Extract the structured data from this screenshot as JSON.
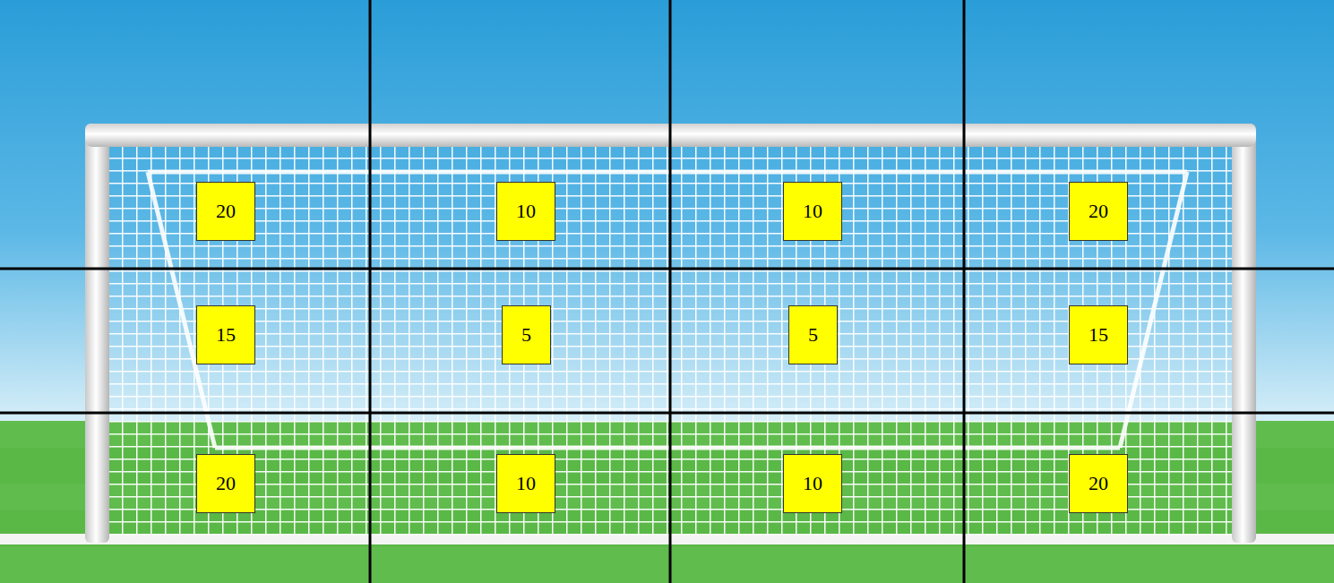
{
  "diagram": {
    "nodes": [
      {
        "text": [
          "20"
        ]
      },
      {
        "text": [
          "10"
        ]
      },
      {
        "text": [
          "10"
        ]
      },
      {
        "text": [
          "20"
        ]
      },
      {
        "text": [
          "15"
        ]
      },
      {
        "text": [
          "5"
        ]
      },
      {
        "text": [
          "5"
        ]
      },
      {
        "text": [
          "15"
        ]
      },
      {
        "text": [
          "20"
        ]
      },
      {
        "text": [
          "10"
        ]
      },
      {
        "text": [
          "10"
        ]
      },
      {
        "text": [
          "20"
        ]
      }
    ]
  }
}
